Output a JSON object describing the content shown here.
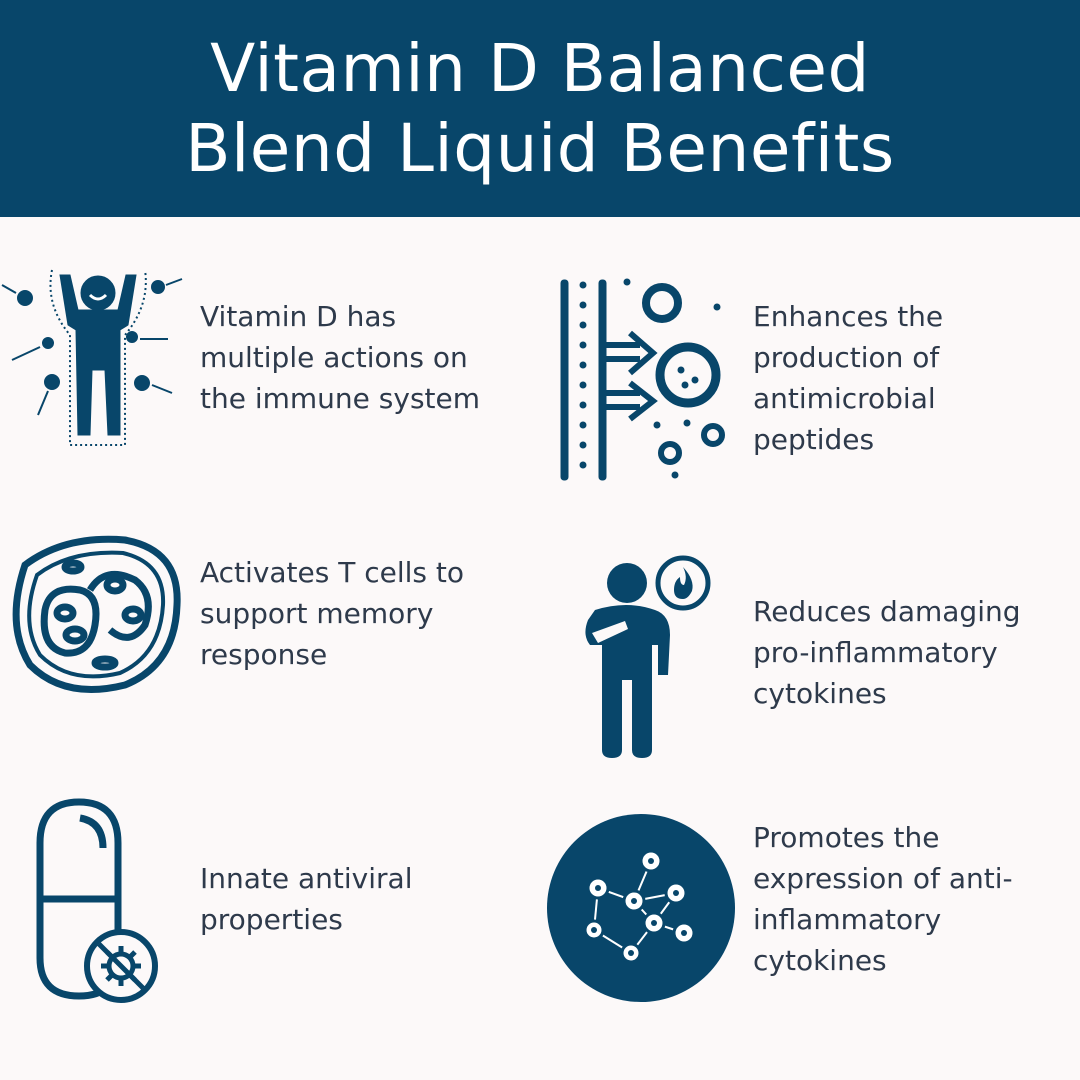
{
  "header": {
    "title_line1": "Vitamin D Balanced",
    "title_line2": "Blend Liquid Benefits"
  },
  "colors": {
    "brand": "#08466a",
    "text": "#2e3a4b",
    "background": "#fcf9f9"
  },
  "benefits": [
    {
      "icon": "immune-person-icon",
      "text": "Vitamin D has\nmultiple actions on\nthe immune system"
    },
    {
      "icon": "antimicrobial-barrier-icon",
      "text": "Enhances the\nproduction of\nantimicrobial\npeptides"
    },
    {
      "icon": "t-cell-icon",
      "text": "Activates T cells to\nsupport memory\nresponse"
    },
    {
      "icon": "inflamed-person-icon",
      "text": "Reduces damaging\npro-inflammatory\ncytokines"
    },
    {
      "icon": "antiviral-capsule-icon",
      "text": "Innate antiviral\nproperties"
    },
    {
      "icon": "molecule-network-icon",
      "text": "Promotes the\nexpression of anti-\ninflammatory\ncytokines"
    }
  ]
}
